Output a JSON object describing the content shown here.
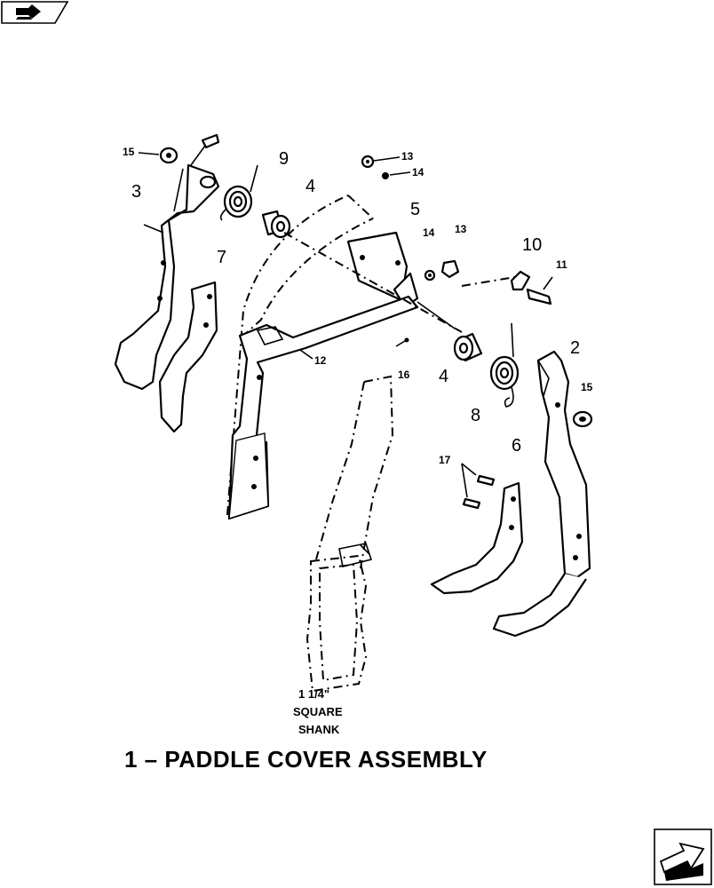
{
  "header": {
    "nav_icon": "book-arrow-icon"
  },
  "footer": {
    "nav_icon": "next-page-arrow-icon"
  },
  "diagram": {
    "title": "1 – PADDLE COVER ASSEMBLY",
    "shank_caption": [
      "1  1/4\"",
      "SQUARE",
      "SHANK"
    ],
    "callouts": [
      {
        "id": "c15a",
        "text": "15"
      },
      {
        "id": "c3",
        "text": "3"
      },
      {
        "id": "c9",
        "text": "9"
      },
      {
        "id": "c4a",
        "text": "4"
      },
      {
        "id": "c13a",
        "text": "13"
      },
      {
        "id": "c14a",
        "text": "14"
      },
      {
        "id": "c5",
        "text": "5"
      },
      {
        "id": "c7",
        "text": "7"
      },
      {
        "id": "c14b",
        "text": "14"
      },
      {
        "id": "c13b",
        "text": "13"
      },
      {
        "id": "c10",
        "text": "10"
      },
      {
        "id": "c11",
        "text": "11"
      },
      {
        "id": "c12",
        "text": "12"
      },
      {
        "id": "c16",
        "text": "16"
      },
      {
        "id": "c4b",
        "text": "4"
      },
      {
        "id": "c8",
        "text": "8"
      },
      {
        "id": "c2",
        "text": "2"
      },
      {
        "id": "c15b",
        "text": "15"
      },
      {
        "id": "c17",
        "text": "17"
      },
      {
        "id": "c6",
        "text": "6"
      }
    ]
  }
}
